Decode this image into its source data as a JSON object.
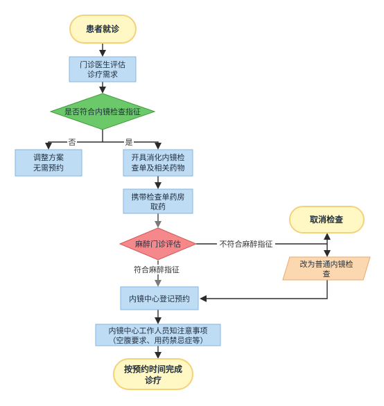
{
  "nodes": {
    "start": "患者就诊",
    "assess": [
      "门诊医生评估",
      "诊疗需求"
    ],
    "decision_indication": "是否符合内镜检查指征",
    "adjust_plan": [
      "调整方案",
      "无需预约"
    ],
    "prescribe": [
      "开具消化内镜检",
      "查单及相关药物"
    ],
    "pharmacy": [
      "携带检查单药房",
      "取药"
    ],
    "decision_anesthesia": "麻醉门诊评估",
    "cancel": "取消检查",
    "switch_regular": [
      "改为普通内镜检",
      "查"
    ],
    "register": "内镜中心登记预约",
    "notify": [
      "内镜中心工作人员知注意事项",
      "（空腹要求、用药禁忌症等）"
    ],
    "complete": [
      "按预约时间完成",
      "诊疗"
    ]
  },
  "edges": {
    "no": "否",
    "yes": "是",
    "not_meet_anesthesia": "不符合麻醉指征",
    "meet_anesthesia": "符合麻醉指征"
  },
  "colors": {
    "terminal_fill": "#fff8c4",
    "terminal_stroke": "#f3d27a",
    "process_fill": "#bfdcf5",
    "process_stroke": "#86b6e0",
    "decision_green": "#6cc96a",
    "decision_green_stroke": "#3f9a3c",
    "decision_red": "#f5888a",
    "decision_red_stroke": "#d45555",
    "parallelogram_fill": "#fbd8b0",
    "parallelogram_stroke": "#e8a868"
  }
}
